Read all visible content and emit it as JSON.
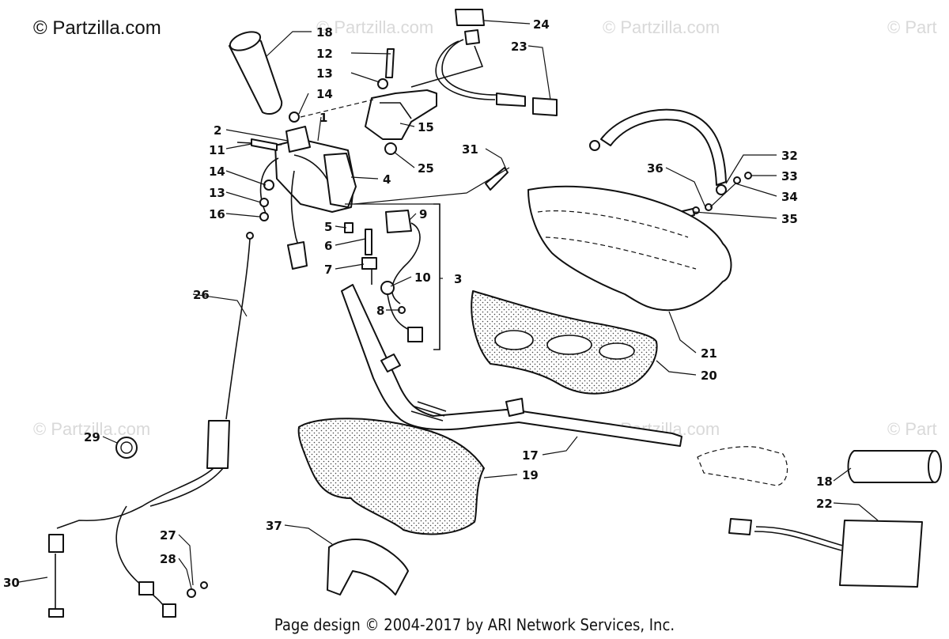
{
  "watermark": {
    "main": "© Partzilla.com",
    "faint": "© Partzilla.com",
    "faint_right": "© Part"
  },
  "footer": "Page design © 2004-2017 by ARI Network Services, Inc.",
  "callouts": [
    "1",
    "2",
    "3",
    "4",
    "5",
    "6",
    "7",
    "8",
    "9",
    "10",
    "11",
    "12",
    "13",
    "13",
    "14",
    "14",
    "15",
    "16",
    "17",
    "18",
    "18",
    "19",
    "20",
    "21",
    "22",
    "23",
    "24",
    "25",
    "26",
    "27",
    "28",
    "29",
    "30",
    "31",
    "32",
    "33",
    "34",
    "35",
    "36",
    "37"
  ]
}
